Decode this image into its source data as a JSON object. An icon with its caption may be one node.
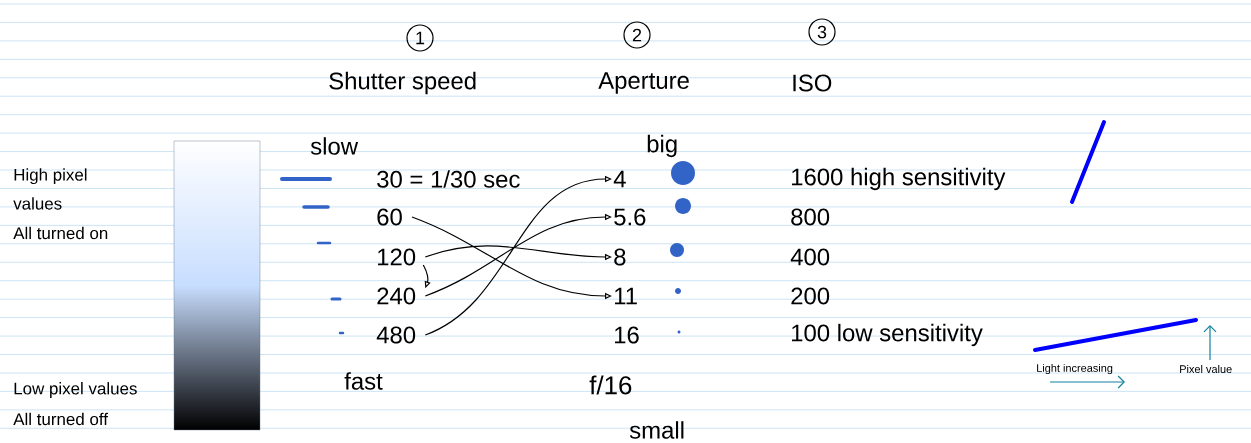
{
  "diagram": {
    "nodes": [
      {
        "text": [
          "1"
        ]
      },
      {
        "text": [
          "2"
        ]
      },
      {
        "text": [
          "3"
        ]
      },
      {
        "text": [
          "60"
        ]
      },
      {
        "text": [
          "120"
        ]
      },
      {
        "text": [
          "240"
        ]
      },
      {
        "text": [
          "480"
        ]
      },
      {
        "text": [
          "4"
        ]
      },
      {
        "text": [
          "5.6"
        ]
      },
      {
        "text": [
          "8"
        ]
      },
      {
        "text": [
          "11"
        ]
      }
    ],
    "edges": [
      {
        "from": 3,
        "to": 10,
        "arrow": "to"
      },
      {
        "from": 4,
        "to": 9,
        "arrow": "to"
      },
      {
        "from": 4,
        "to": 5,
        "arrow": "to"
      },
      {
        "from": 5,
        "to": 8,
        "arrow": "to"
      },
      {
        "from": 6,
        "to": 7,
        "arrow": "to"
      }
    ],
    "labels": [
      "Shutter speed",
      "Aperture",
      "ISO",
      "slow",
      "big",
      "High pixel values",
      "30 = 1/30 sec",
      "1600 high sensitivity",
      "All turned on",
      "800",
      "400",
      "200",
      "16",
      "100 low sensitivity",
      "Light increasing",
      "Pixel value",
      "Low pixel values",
      "All turned off",
      "fast",
      "f/16",
      "small"
    ]
  }
}
